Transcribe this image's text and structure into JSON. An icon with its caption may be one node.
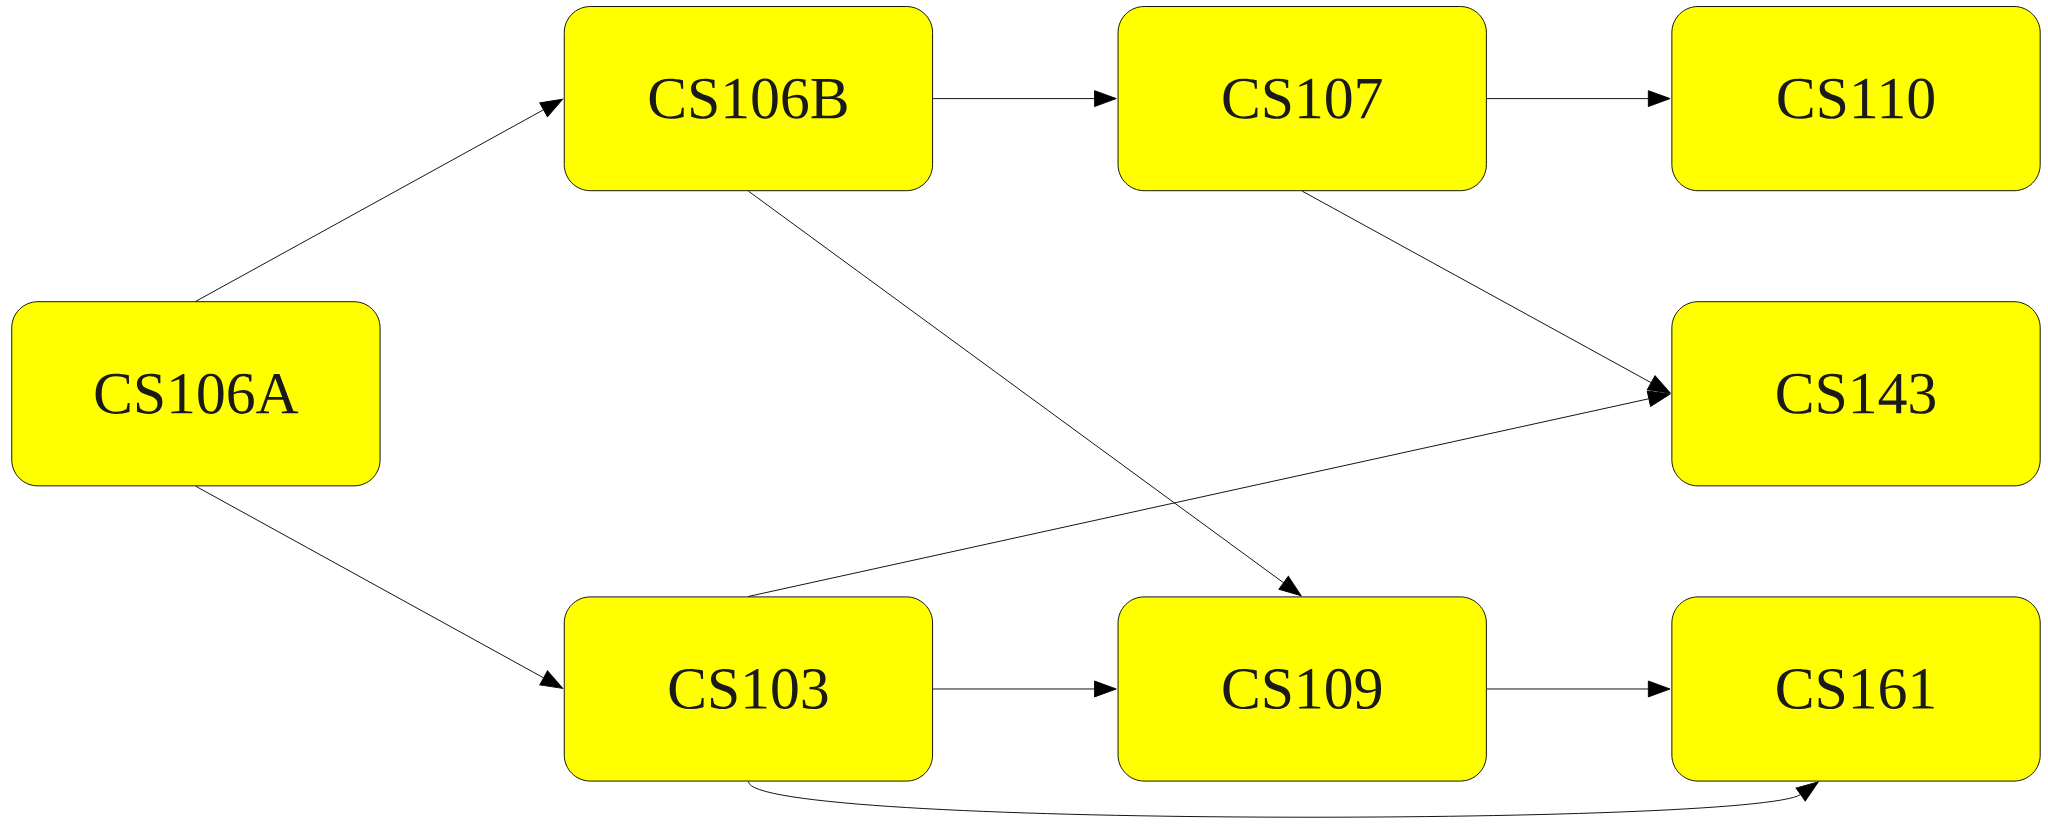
{
  "diagram": {
    "nodes": [
      {
        "text": [
          "CS106A"
        ]
      },
      {
        "text": [
          "CS106B"
        ]
      },
      {
        "text": [
          "CS107"
        ]
      },
      {
        "text": [
          "CS110"
        ]
      },
      {
        "text": [
          "CS143"
        ]
      },
      {
        "text": [
          "CS103"
        ]
      },
      {
        "text": [
          "CS109"
        ]
      },
      {
        "text": [
          "CS161"
        ]
      }
    ],
    "edges": [
      {
        "from": 0,
        "to": 1,
        "arrow": "to"
      },
      {
        "from": 0,
        "to": 5,
        "arrow": "to"
      },
      {
        "from": 1,
        "to": 2,
        "arrow": "to"
      },
      {
        "from": 2,
        "to": 3,
        "arrow": "to"
      },
      {
        "from": 1,
        "to": 6,
        "arrow": "to"
      },
      {
        "from": 2,
        "to": 4,
        "arrow": "to"
      },
      {
        "from": 5,
        "to": 4,
        "arrow": "to"
      },
      {
        "from": 5,
        "to": 6,
        "arrow": "to"
      },
      {
        "from": 6,
        "to": 7,
        "arrow": "to"
      },
      {
        "from": 5,
        "to": 7,
        "arrow": "to"
      }
    ]
  }
}
